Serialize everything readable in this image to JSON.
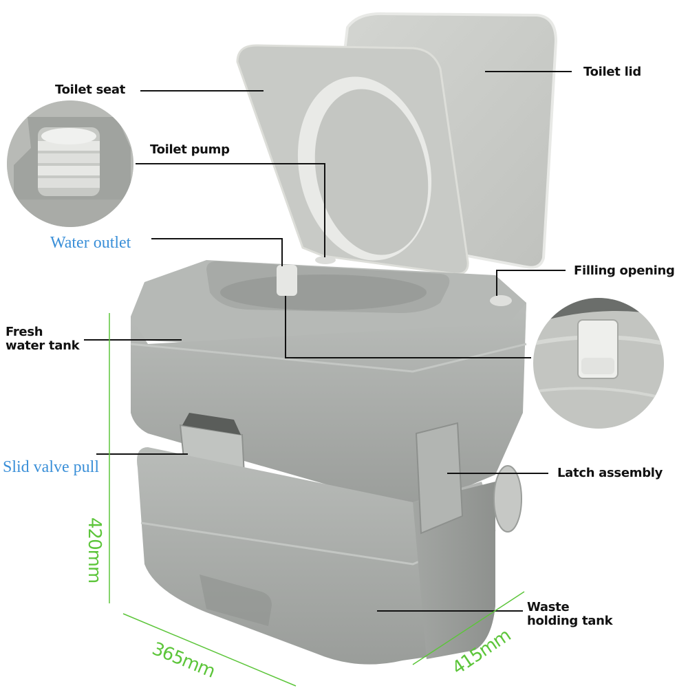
{
  "diagram": {
    "subject": "Portable toilet",
    "labels": {
      "toilet_seat": "Toilet seat",
      "toilet_lid": "Toilet lid",
      "toilet_pump": "Toilet pump",
      "water_outlet": "Water outlet",
      "filling_opening": "Filling opening",
      "fresh_water_tank_line1": "Fresh",
      "fresh_water_tank_line2": "water tank",
      "slid_valve_pull": "Slid valve pull",
      "latch_assembly": "Latch assembly",
      "waste_holding_tank_line1": "Waste",
      "waste_holding_tank_line2": "holding tank"
    },
    "dimensions": {
      "height": "420mm",
      "width": "365mm",
      "depth": "415mm"
    },
    "colors": {
      "body_gray": "#a9aca9",
      "lid_gray": "#c9cbc7",
      "leader_line": "#111111",
      "dimension_green": "#5cc53a",
      "callout_blue": "#3a8fd8"
    }
  }
}
